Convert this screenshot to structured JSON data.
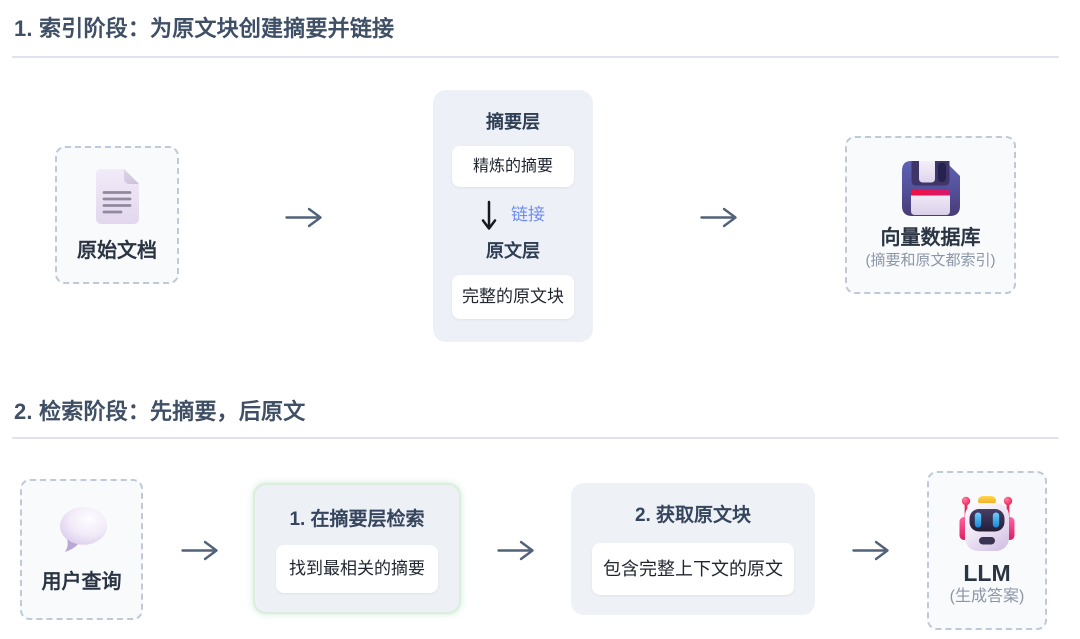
{
  "page": {
    "background": "#ffffff",
    "language": "zh-CN",
    "type": "two-stage RAG architecture flow diagram"
  },
  "colors": {
    "heading": "#3f4f66",
    "label_dark": "#2a3443",
    "muted_gray": "#8b96a8",
    "panel_bg": "#edf1f7",
    "step_bg": "#eef1f6",
    "green_border": "#d9eedd",
    "dashed_border": "#bfcad9",
    "link_blue": "#6f8cf2",
    "arrow": "#51627a",
    "divider": "#dde3ee"
  },
  "section1": {
    "title": "1. 索引阶段：为原文块创建摘要并链接",
    "source_doc": {
      "icon": "document-icon",
      "label": "原始文档"
    },
    "layers_panel": {
      "summary_layer_title": "摘要层",
      "summary_chip": "精炼的摘要",
      "link_arrow_icon": "down-arrow-icon",
      "link_label": "链接",
      "original_layer_title": "原文层",
      "original_chip": "完整的原文块"
    },
    "vector_db": {
      "icon": "floppy-disk-icon",
      "label": "向量数据库",
      "sublabel": "(摘要和原文都索引)"
    }
  },
  "section2": {
    "title": "2. 检索阶段：先摘要，后原文",
    "user_query": {
      "icon": "speech-bubble-icon",
      "label": "用户查询"
    },
    "step_search": {
      "title": "1. 在摘要层检索",
      "chip": "找到最相关的摘要"
    },
    "step_fetch": {
      "title": "2. 获取原文块",
      "chip": "包含完整上下文的原文"
    },
    "llm": {
      "icon": "robot-icon",
      "label": "LLM",
      "sublabel": "(生成答案)"
    }
  },
  "arrows": {
    "icon": "right-arrow-icon",
    "count": 5
  }
}
